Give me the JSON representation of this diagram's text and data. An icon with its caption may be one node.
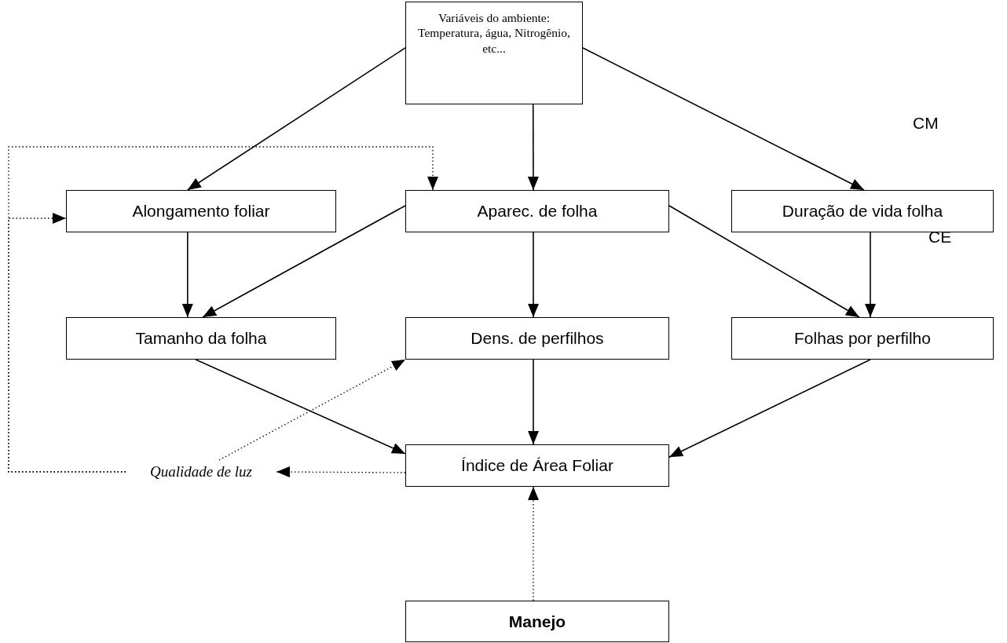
{
  "diagram": {
    "nodes": [
      {
        "text": [
          "Variáveis do ambiente: Temperatura, água, Nitrogênio, etc..."
        ]
      },
      {
        "text": [
          "Alongamento foliar"
        ]
      },
      {
        "text": [
          "Aparec. de folha"
        ]
      },
      {
        "text": [
          "Duração de vida folha"
        ]
      },
      {
        "text": [
          "Tamanho da folha"
        ]
      },
      {
        "text": [
          "Dens. de perfilhos"
        ]
      },
      {
        "text": [
          "Folhas por perfilho"
        ]
      },
      {
        "text": [
          "Índice de Área Foliar"
        ]
      },
      {
        "text": [
          "Qualidade de luz"
        ]
      },
      {
        "text": [
          "Manejo"
        ]
      }
    ],
    "edges": [
      {
        "from": 0,
        "to": 1,
        "arrow": "to"
      },
      {
        "from": 0,
        "to": 2,
        "arrow": "to"
      },
      {
        "from": 0,
        "to": 3,
        "arrow": "to"
      },
      {
        "from": 1,
        "to": 4,
        "arrow": "to"
      },
      {
        "from": 2,
        "to": 4,
        "arrow": "to"
      },
      {
        "from": 2,
        "to": 5,
        "arrow": "to"
      },
      {
        "from": 2,
        "to": 6,
        "arrow": "to"
      },
      {
        "from": 3,
        "to": 6,
        "arrow": "to"
      },
      {
        "from": 4,
        "to": 7,
        "arrow": "to"
      },
      {
        "from": 5,
        "to": 7,
        "arrow": "to"
      },
      {
        "from": 6,
        "to": 7,
        "arrow": "to"
      },
      {
        "from": 7,
        "to": 8,
        "arrow": "to",
        "style": "dashed"
      },
      {
        "from": 8,
        "to": 5,
        "arrow": "to",
        "style": "dashed"
      },
      {
        "from": 8,
        "to": 1,
        "arrow": "to",
        "style": "dashed"
      },
      {
        "from": 8,
        "to": 2,
        "arrow": "to",
        "style": "dashed"
      },
      {
        "from": 9,
        "to": 7,
        "arrow": "to",
        "style": "dashed"
      }
    ],
    "labels": [
      "CM",
      "CE"
    ]
  }
}
